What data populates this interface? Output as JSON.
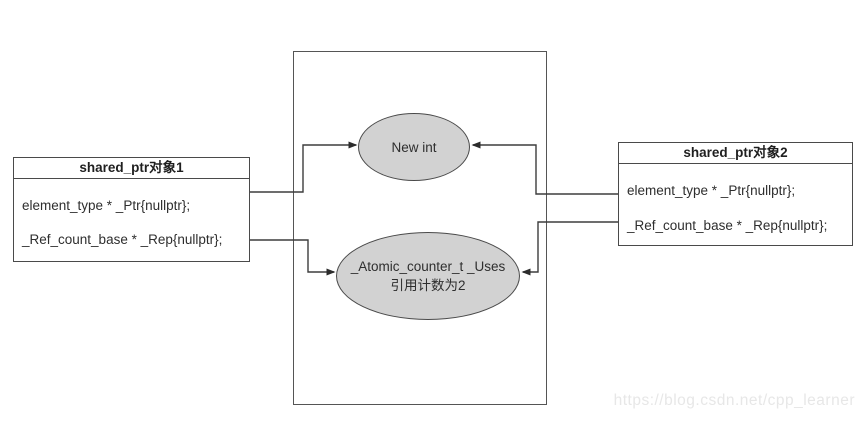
{
  "diagram": {
    "left_box": {
      "title": "shared_ptr对象1",
      "fields": [
        "element_type * _Ptr{nullptr};",
        "_Ref_count_base * _Rep{nullptr};"
      ]
    },
    "right_box": {
      "title": "shared_ptr对象2",
      "fields": [
        "element_type * _Ptr{nullptr};",
        "_Ref_count_base * _Rep{nullptr};"
      ]
    },
    "heap_region": {
      "new_int_ellipse": {
        "label": "New int"
      },
      "counter_ellipse": {
        "label_line1": "_Atomic_counter_t _Uses",
        "label_line2": "引用计数为2"
      }
    },
    "colors": {
      "box_border": "#4a4a4a",
      "ellipse_fill": "#d2d2d2",
      "connector": "#3d3d3d",
      "text": "#2e2e2e",
      "watermark": "#e7e7e7"
    }
  },
  "watermark": {
    "text": "https://blog.csdn.net/cpp_learner"
  }
}
